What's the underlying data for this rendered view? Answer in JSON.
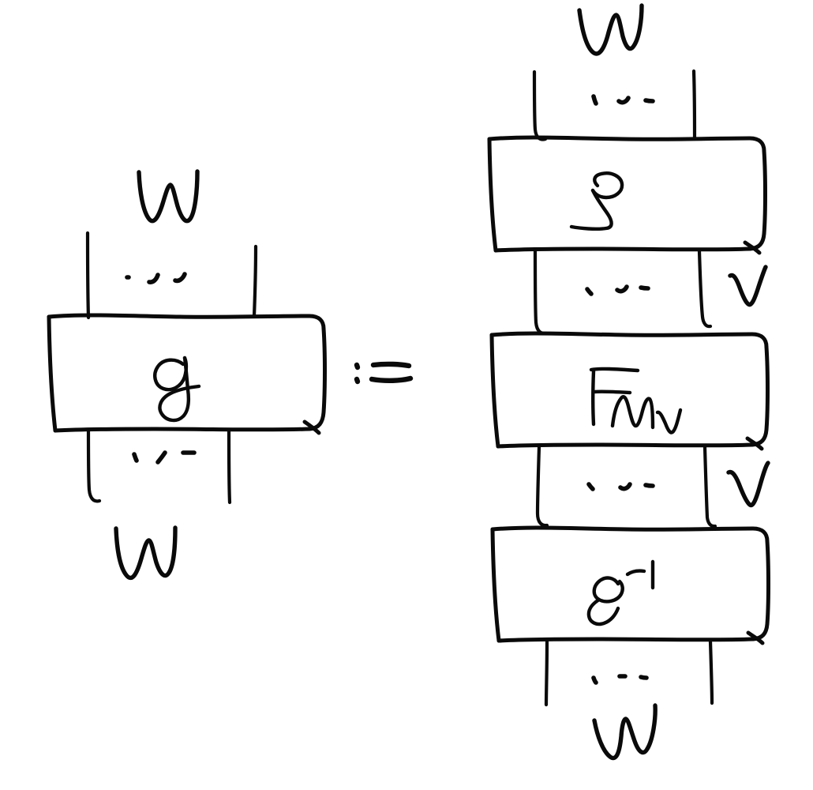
{
  "diagram": {
    "kind": "hand-drawn string diagram",
    "notation": "process / tensor-network box-and-wire diagram",
    "relation_symbol": ":=",
    "ink_color": "#0a0a0a",
    "background_color": "#ffffff",
    "ellipsis_symbol": "...",
    "left_side": {
      "name": "g-process",
      "box_label": "g",
      "top_wire_label": "W",
      "bottom_wire_label": "W",
      "top_wire_bundle_ellipsis": "...",
      "bottom_wire_bundle_ellipsis": "...",
      "wire_count_shown": 2
    },
    "right_side": {
      "name": "composite-decomposition",
      "top_wire_label": "W",
      "bottom_wire_label": "W",
      "boxes": [
        {
          "label": "S",
          "superscript": "",
          "name": "box-s"
        },
        {
          "label": "F",
          "subscript": "Mv",
          "name": "box-f-mv"
        },
        {
          "label": "S",
          "superscript": "-1",
          "name": "box-s-inverse"
        }
      ],
      "wire_bundles": [
        {
          "ellipsis": "...",
          "side_label": "",
          "position": "top"
        },
        {
          "ellipsis": "...",
          "side_label": "v",
          "position": "between-s-and-f"
        },
        {
          "ellipsis": "...",
          "side_label": "v",
          "position": "between-f-and-s-inverse"
        },
        {
          "ellipsis": "...",
          "side_label": "",
          "position": "bottom"
        }
      ]
    }
  }
}
